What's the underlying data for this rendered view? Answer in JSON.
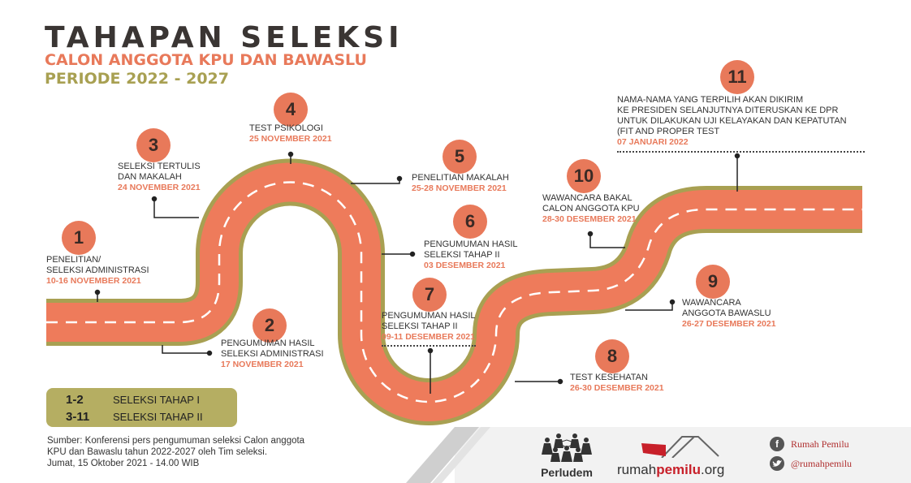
{
  "header": {
    "title": "TAHAPAN SELEKSI",
    "subtitle": "CALON ANGGOTA KPU DAN BAWASLU",
    "period": "PERIODE 2022 - 2027"
  },
  "steps": [
    {
      "num": "1",
      "lines": [
        "PENELITIAN/",
        "SELEKSI ADMINISTRASI"
      ],
      "date": "10-16 NOVEMBER 2021"
    },
    {
      "num": "2",
      "lines": [
        "PENGUMUMAN HASIL",
        "SELEKSI ADMINISTRASI"
      ],
      "date": "17 NOVEMBER 2021"
    },
    {
      "num": "3",
      "lines": [
        "SELEKSI TERTULIS",
        "DAN MAKALAH"
      ],
      "date": "24 NOVEMBER 2021"
    },
    {
      "num": "4",
      "lines": [
        "TEST PSIKOLOGI"
      ],
      "date": "25 NOVEMBER 2021"
    },
    {
      "num": "5",
      "lines": [
        "PENELITIAN MAKALAH"
      ],
      "date": "25-28 NOVEMBER 2021"
    },
    {
      "num": "6",
      "lines": [
        "PENGUMUMAN HASIL",
        "SELEKSI TAHAP II"
      ],
      "date": "03 DESEMBER 2021"
    },
    {
      "num": "7",
      "lines": [
        "PENGUMUMAN HASIL",
        "SELEKSI TAHAP II"
      ],
      "date": "09-11 DESEMBER 2021"
    },
    {
      "num": "8",
      "lines": [
        "TEST KESEHATAN"
      ],
      "date": "26-30 DESEMBER 2021"
    },
    {
      "num": "9",
      "lines": [
        "WAWANCARA",
        "ANGGOTA BAWASLU"
      ],
      "date": "26-27 DESEMBER 2021"
    },
    {
      "num": "10",
      "lines": [
        "WAWANCARA BAKAL",
        "CALON ANGGOTA KPU"
      ],
      "date": "28-30 DESEMBER 2021"
    },
    {
      "num": "11",
      "lines": [
        "NAMA-NAMA YANG TERPILIH AKAN DIKIRIM",
        "KE PRESIDEN SELANJUTNYA DITERUSKAN KE DPR",
        "UNTUK DILAKUKAN UJI KELAYAKAN DAN KEPATUTAN",
        "(FIT AND PROPER TEST"
      ],
      "date": "07 JANUARI 2022"
    }
  ],
  "legend": [
    {
      "range": "1-2",
      "label": "SELEKSI TAHAP I"
    },
    {
      "range": "3-11",
      "label": "SELEKSI TAHAP II"
    }
  ],
  "source": [
    "Sumber: Konferensi pers pengumuman seleksi Calon anggota",
    "KPU dan Bawaslu tahun 2022-2027 oleh Tim seleksi.",
    "Jumat, 15 Oktober 2021 - 14.00 WIB"
  ],
  "footer": {
    "perludem": "Perludem",
    "rumah_a": "rumah",
    "rumah_b": "pemilu",
    "rumah_c": ".org",
    "facebook": "Rumah Pemilu",
    "twitter": "@rumahpemilu"
  },
  "colors": {
    "road": "#ee7b5b",
    "border": "#a8a052",
    "accent": "#e8795a"
  }
}
